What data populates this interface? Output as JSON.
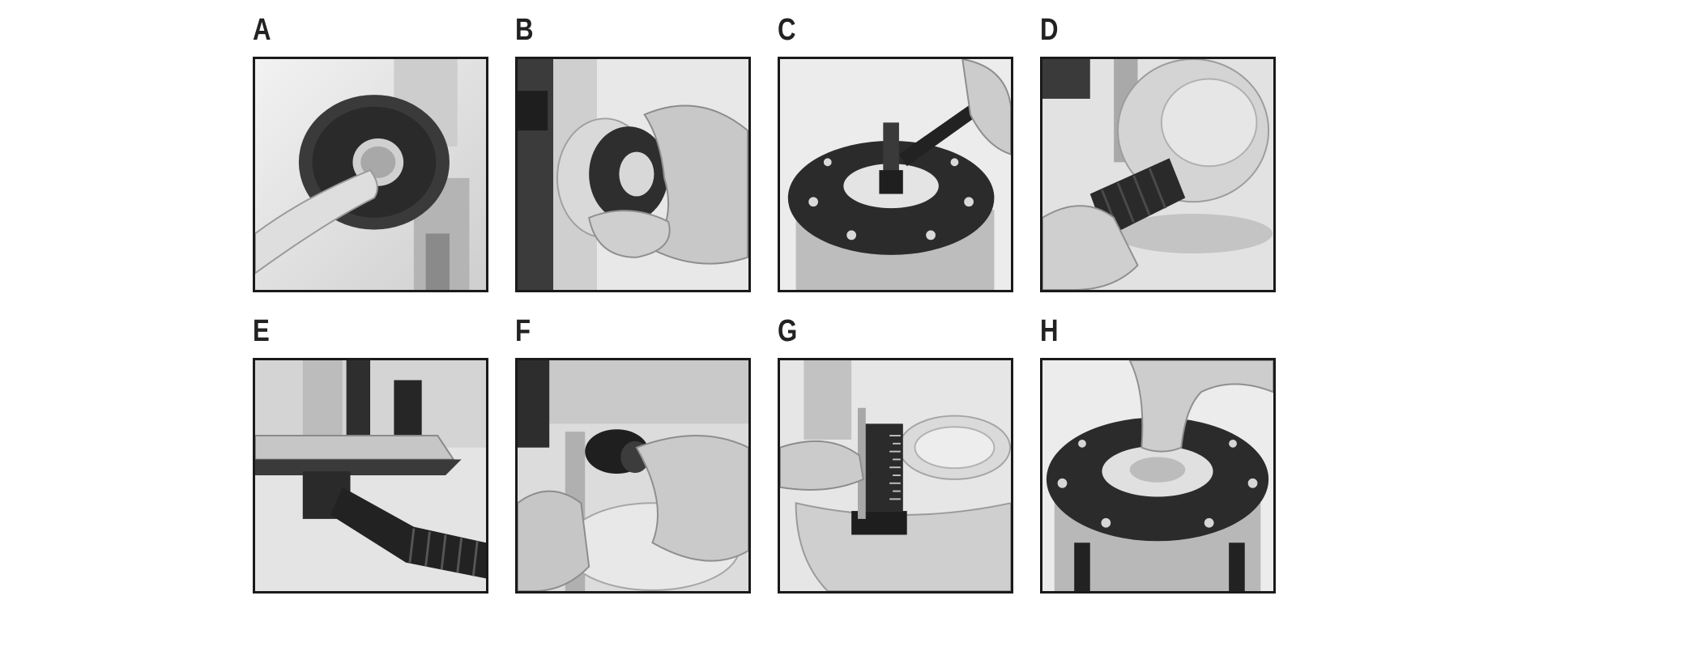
{
  "panels": [
    {
      "label": "A",
      "image": "photo-router-adjustment-knob-press"
    },
    {
      "label": "B",
      "image": "photo-router-knob-grip"
    },
    {
      "label": "C",
      "image": "photo-collet-wrench-base"
    },
    {
      "label": "D",
      "image": "photo-dust-hose-attach"
    },
    {
      "label": "E",
      "image": "photo-dust-extraction-base"
    },
    {
      "label": "F",
      "image": "photo-depth-lock-knob"
    },
    {
      "label": "G",
      "image": "photo-depth-scale-stop"
    },
    {
      "label": "H",
      "image": "photo-template-guide-insert"
    }
  ],
  "colors": {
    "frame": "#1a1a1a",
    "label": "#222222"
  }
}
